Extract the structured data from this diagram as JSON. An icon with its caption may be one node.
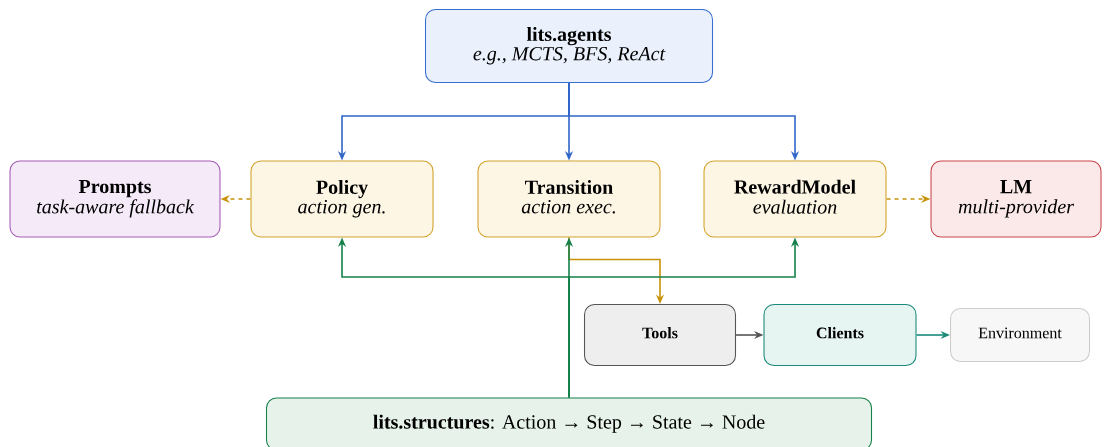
{
  "diagram": {
    "nodes": [
      {
        "text": [
          "lits.agents",
          "e.g., MCTS, BFS, ReAct"
        ]
      },
      {
        "text": [
          "Prompts",
          "task-aware fallback"
        ]
      },
      {
        "text": [
          "Policy",
          "action gen."
        ]
      },
      {
        "text": [
          "Transition",
          "action exec."
        ]
      },
      {
        "text": [
          "RewardModel",
          "evaluation"
        ]
      },
      {
        "text": [
          "LM",
          "multi-provider"
        ]
      },
      {
        "text": [
          "Tools"
        ]
      },
      {
        "text": [
          "Clients"
        ]
      },
      {
        "text": [
          "Environment"
        ]
      },
      {
        "text": [
          "**lits.structures**: Action → Step → State → Node"
        ]
      }
    ],
    "edges": [
      {
        "from": 0,
        "to": 2,
        "arrow": "to",
        "color": "#2f66c8"
      },
      {
        "from": 0,
        "to": 3,
        "arrow": "to",
        "color": "#2f66c8"
      },
      {
        "from": 0,
        "to": 4,
        "arrow": "to",
        "color": "#2f66c8"
      },
      {
        "from": 2,
        "to": 1,
        "arrow": "to",
        "style": "dashed",
        "color": "#c8930a"
      },
      {
        "from": 4,
        "to": 5,
        "arrow": "to",
        "style": "dashed",
        "color": "#c8930a"
      },
      {
        "from": 3,
        "to": 6,
        "arrow": "to",
        "color": "#c8930a"
      },
      {
        "from": 6,
        "to": 7,
        "arrow": "to",
        "color": "#555555"
      },
      {
        "from": 7,
        "to": 8,
        "arrow": "to",
        "color": "#1a8a7a"
      },
      {
        "from": 9,
        "to": 3,
        "arrow": "to",
        "color": "#15804a"
      },
      {
        "from": 9,
        "to": 2,
        "arrow": "to",
        "color": "#15804a"
      },
      {
        "from": 9,
        "to": 4,
        "arrow": "to",
        "color": "#15804a"
      }
    ]
  }
}
